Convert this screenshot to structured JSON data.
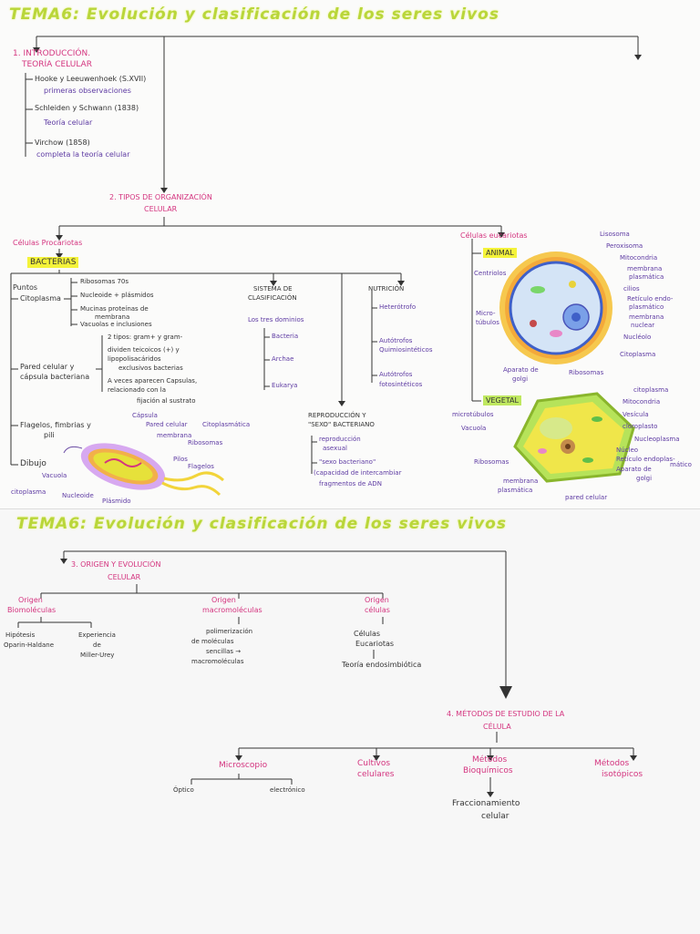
{
  "sheet1": {
    "title": "TEMA6: Evolución y clasificación de los seres vivos",
    "intro": {
      "heading": "1. INTRODUCCIÓN.",
      "heading2": "TEORÍA CELULAR",
      "items": [
        "Hooke y Leeuwenhoek (S.XVII)",
        "primeras observaciones",
        "Schleiden y Schwann (1838)",
        "Teoría celular",
        "Virchow (1858)",
        "completa la teoría celular"
      ]
    },
    "types": {
      "heading": "2. TIPOS DE ORGANIZACIÓN",
      "heading2": "CELULAR",
      "prokaryotes": "Células Procariotas",
      "bacteria": "BACTERIAS",
      "points": "Puntos",
      "cytoplasm": "Citoplasma",
      "cyto_items": [
        "Ribosomas 70s",
        "Nucleoide + plásmidos",
        "Mucinas proteínas de",
        "membrana",
        "Vacuolas e inclusiones"
      ],
      "wall": [
        "Pared celular y",
        "cápsula bacteriana"
      ],
      "wall_items": [
        "2 tipos: gram+ y gram-",
        "dividen teicoicos (+) y",
        "lipopolisacáridos",
        "exclusivos bacterias",
        "A veces aparecen Capsulas,",
        "relacionado con la",
        "fijación al sustrato"
      ],
      "flagella": [
        "Flagelos, fimbrias y",
        "pili"
      ],
      "drawing": "Dibujo",
      "bact_labels": [
        "Cápsula",
        "Pared celular",
        "Citoplasmática",
        "membrana",
        "Ribosomas",
        "Pilos",
        "Flagelos",
        "Vacuola",
        "citoplasma",
        "Nucleoide",
        "Plásmido"
      ],
      "classification": [
        "SISTEMA DE",
        "CLASIFICACIÓN"
      ],
      "domains": [
        "Los tres dominios",
        "Bacteria",
        "Archae",
        "Eukarya"
      ],
      "nutrition": "NUTRICIÓN",
      "nutrition_items": [
        "Heterótrofo",
        "Autótrofos",
        "Quimiosintéticos",
        "Autótrofos",
        "fotosintéticos"
      ],
      "reproduction": [
        "REPRODUCCIÓN Y",
        "\"SEXO\" BACTERIANO"
      ],
      "repro_items": [
        "reproducción",
        "asexual",
        "\"sexo bacteriano\"",
        "(capacidad de intercambiar",
        "fragmentos de ADN"
      ],
      "eukaryotes": "Células eucariotas",
      "animal": "ANIMAL",
      "animal_labels": [
        "Lisosoma",
        "Peroxisoma",
        "Mitocondria",
        "membrana",
        "plasmática",
        "cilios",
        "Retículo endo-",
        "plasmático",
        "membrana",
        "nuclear",
        "Nucléolo",
        "Citoplasma",
        "Ribosomas",
        "Aparato de",
        "golgi",
        "Centriolos",
        "Micro-",
        "túbulos"
      ],
      "vegetal": "VEGETAL",
      "vegetal_labels": [
        "citoplasma",
        "Mitocondria",
        "Vesícula",
        "cloroplasto",
        "Nucleoplasma",
        "Núcleo",
        "Retículo endoplas-",
        "mático",
        "Aparato de",
        "golgi",
        "pared celular",
        "membrana",
        "plasmática",
        "Ribosomas",
        "Vacuola",
        "microtúbulos"
      ]
    }
  },
  "sheet2": {
    "title": "TEMA6: Evolución y clasificación de los seres vivos",
    "origin": {
      "heading": "3. ORIGEN Y EVOLUCIÓN",
      "heading2": "CELULAR",
      "bio": [
        "Origen",
        "Biomoléculas"
      ],
      "bio_items": [
        "Hipótesis",
        "Oparin-Haldane",
        "Experiencia",
        "de",
        "Miller-Urey"
      ],
      "macro": [
        "Origen",
        "macromoléculas"
      ],
      "macro_items": [
        "polimerización",
        "de moléculas",
        "sencillas →",
        "macromoléculas"
      ],
      "cells": [
        "Origen",
        "células"
      ],
      "cells_items": [
        "Células",
        "Eucariotas",
        "Teoría endosimbiótica"
      ]
    },
    "methods": {
      "heading": "4. MÉTODOS DE ESTUDIO DE LA",
      "heading2": "CÉLULA",
      "microscope": "Microscopio",
      "micro_items": [
        "Óptico",
        "electrónico"
      ],
      "cultures": [
        "Cultivos",
        "celulares"
      ],
      "biochem": [
        "Métodos",
        "Bioquímicos"
      ],
      "biochem_items": [
        "Fraccionamiento",
        "celular"
      ],
      "isotopic": [
        "Métodos",
        "isotópicos"
      ]
    }
  }
}
